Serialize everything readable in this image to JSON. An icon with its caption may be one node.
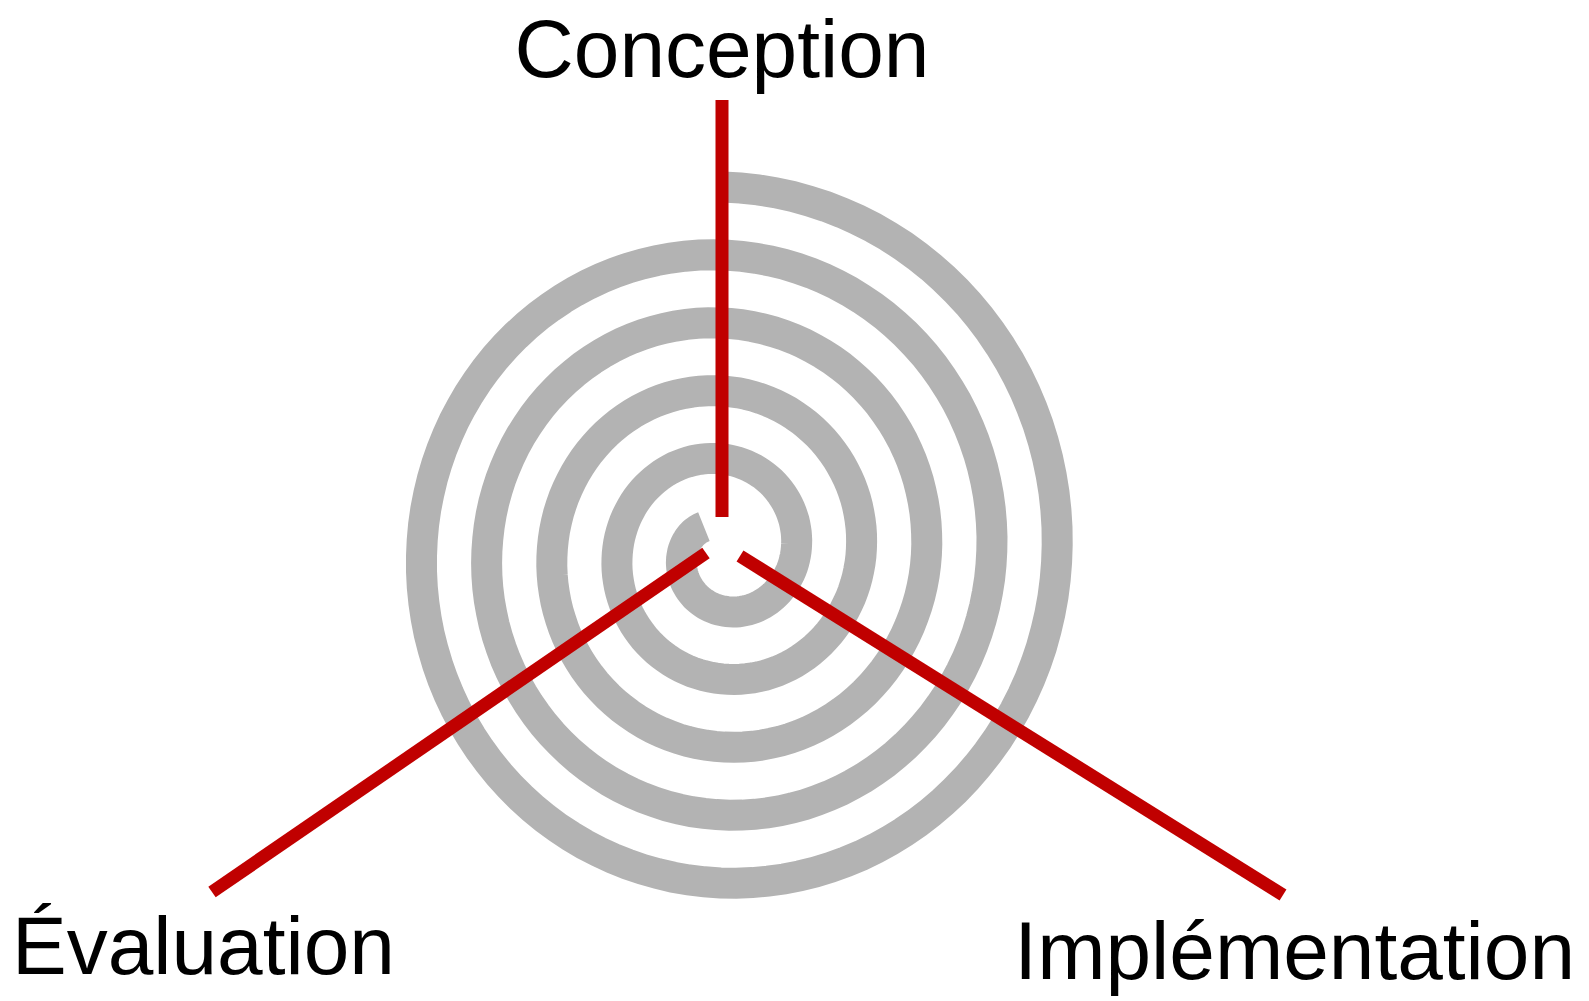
{
  "diagram": {
    "labels": [
      "Conception",
      "Évaluation",
      "Implémentation"
    ]
  }
}
